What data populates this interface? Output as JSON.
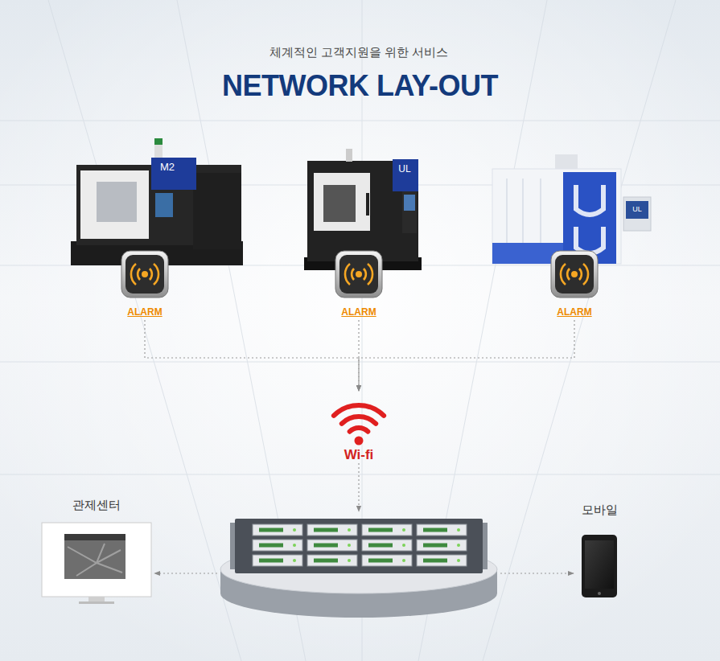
{
  "diagram": {
    "title": "NETWORK LAY-OUT",
    "nodes": [
      {
        "text": [
          "ALARM"
        ]
      },
      {
        "text": [
          "ALARM"
        ]
      },
      {
        "text": [
          "ALARM"
        ]
      },
      {
        "text": [
          "Wi-fi"
        ]
      },
      {
        "text": []
      },
      {
        "text": [
          "관제센터"
        ]
      },
      {
        "text": [
          "모바일"
        ]
      }
    ],
    "edges": [
      {
        "from": 0,
        "to": 3,
        "arrow": "to"
      },
      {
        "from": 1,
        "to": 3,
        "arrow": "to"
      },
      {
        "from": 2,
        "to": 3,
        "arrow": "to"
      },
      {
        "from": 3,
        "to": 4,
        "arrow": "to"
      },
      {
        "from": 4,
        "to": 5,
        "arrow": "to"
      },
      {
        "from": 4,
        "to": 6,
        "arrow": "to"
      }
    ],
    "labels": [
      "체계적인 고객지원을 위한 서비스",
      "M2",
      "UL",
      "UL"
    ]
  }
}
